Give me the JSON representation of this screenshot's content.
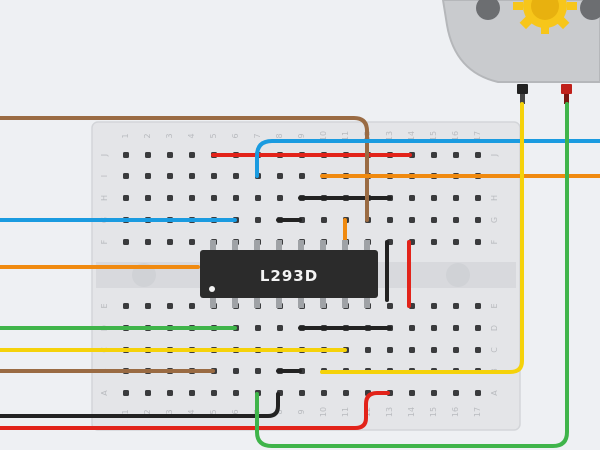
{
  "chip": {
    "label": "L293D"
  },
  "breadboard": {
    "top_rows": [
      "J",
      "I",
      "H",
      "G",
      "F"
    ],
    "bottom_rows": [
      "E",
      "D",
      "C",
      "B",
      "A"
    ],
    "columns": [
      "1",
      "2",
      "3",
      "4",
      "5",
      "6",
      "7",
      "8",
      "9",
      "10",
      "11",
      "12",
      "13",
      "14",
      "15",
      "16",
      "17"
    ]
  },
  "colors": {
    "background": "#eef0f3",
    "board": "#e4e5e8",
    "chip_body": "#2b2b2b",
    "red": "#e2231a",
    "blue": "#1a9be0",
    "orange": "#f08a10",
    "green": "#3fb44a",
    "yellow": "#f5d20a",
    "brown": "#9a6b43",
    "black": "#222222",
    "motor_body": "#c9cbce",
    "gear": "#f7c61a"
  }
}
